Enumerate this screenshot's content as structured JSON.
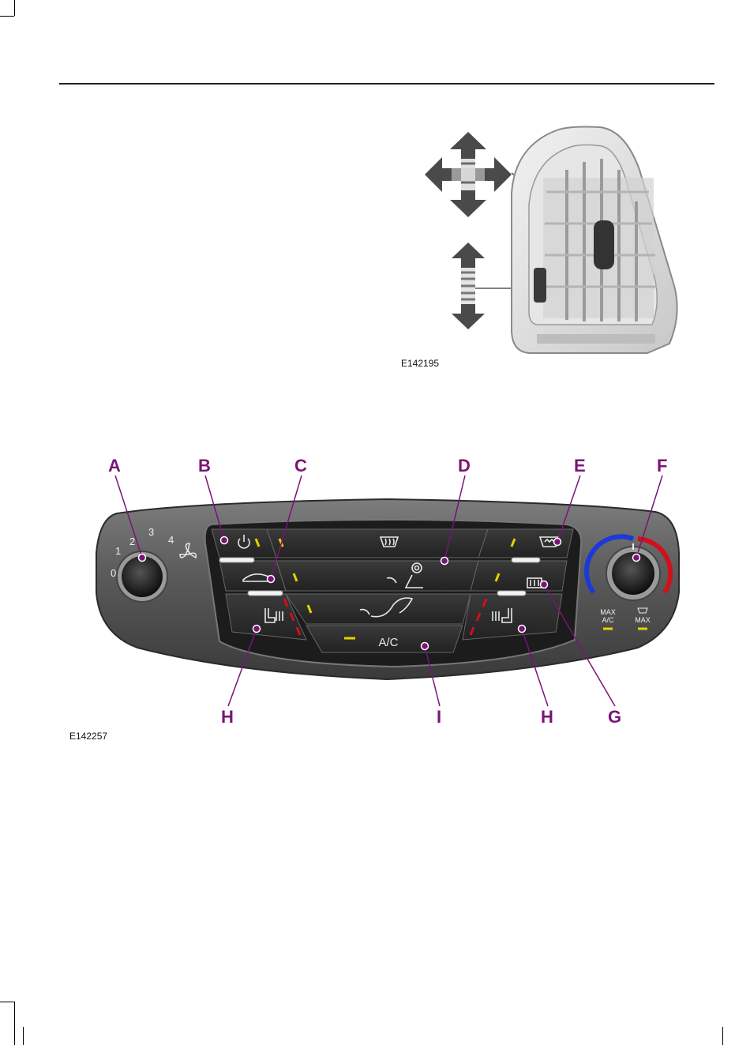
{
  "figures": {
    "vent": {
      "code": "E142195"
    },
    "panel": {
      "code": "E142257"
    }
  },
  "callouts": {
    "a": "A",
    "b": "B",
    "c": "C",
    "d": "D",
    "e": "E",
    "f": "F",
    "g": "G",
    "h_left": "H",
    "h_right": "H",
    "i": "I"
  },
  "panel_labels": {
    "fan_speeds": [
      "0",
      "1",
      "2",
      "3",
      "4"
    ],
    "ac": "A/C",
    "max_ac_line1": "MAX",
    "max_ac_line2": "A/C",
    "max_defrost": "MAX"
  },
  "colors": {
    "callout": "#7a1476",
    "indicator_yellow": "#e4d400",
    "heat_red": "#d0101a",
    "cool_blue": "#1a3ad8"
  }
}
